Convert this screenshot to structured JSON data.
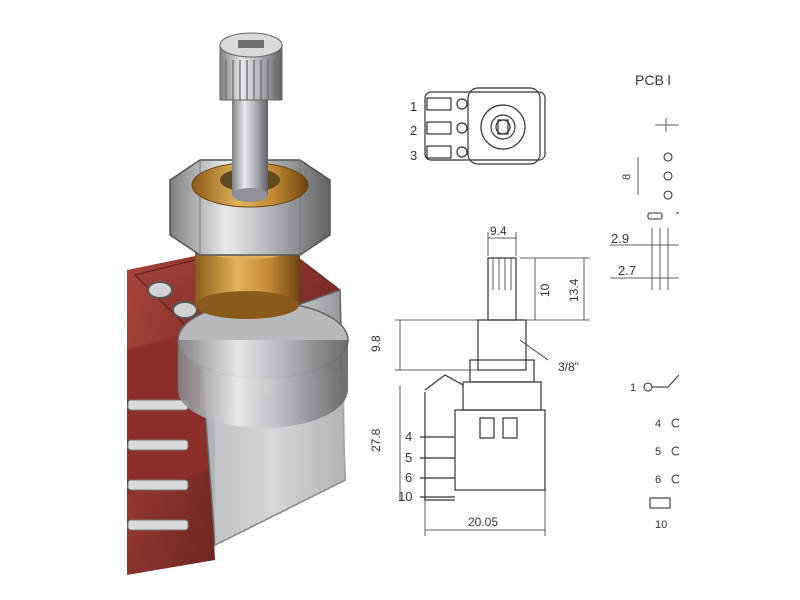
{
  "front_view": {
    "pin_labels": [
      "1",
      "2",
      "3"
    ]
  },
  "side_view": {
    "dim_shaft_width": "9.4",
    "dim_shaft_top": "10",
    "dim_shaft_total": "13.4",
    "dim_bushing": "9.8",
    "dim_thread": "3/8\"",
    "dim_body_height": "27.8",
    "dim_body_width": "20.05",
    "pin_labels": [
      "4",
      "5",
      "6",
      "10"
    ]
  },
  "pcb_layout": {
    "title": "PCB l",
    "dim_a": "2.9",
    "dim_b": "2.7",
    "dim_c": "8",
    "pin_labels": [
      "1",
      "4",
      "5",
      "6",
      "10"
    ]
  }
}
